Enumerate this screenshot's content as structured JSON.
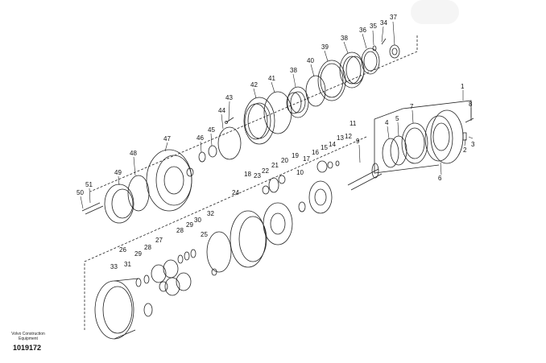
{
  "footer": {
    "brand_line1": "Volvo Construction",
    "brand_line2": "Equipment",
    "drawing_number": "1019172"
  },
  "callouts": {
    "c1": "1",
    "c2": "2",
    "c3": "3",
    "c4": "4",
    "c5": "5",
    "c6": "6",
    "c7": "7",
    "c8": "8",
    "c9": "9",
    "c10": "10",
    "c11": "11",
    "c12": "12",
    "c13": "13",
    "c14": "14",
    "c15": "15",
    "c16": "16",
    "c17": "17",
    "c18": "18",
    "c19": "19",
    "c20": "20",
    "c21": "21",
    "c22": "22",
    "c23": "23",
    "c24": "24",
    "c25": "25",
    "c26": "26",
    "c27": "27",
    "c28": "28",
    "c28b": "28",
    "c29": "29",
    "c29b": "29",
    "c30": "30",
    "c31": "31",
    "c32": "32",
    "c33": "33",
    "c34": "34",
    "c35": "35",
    "c36": "36",
    "c37": "37",
    "c38": "38",
    "c39": "39",
    "c40": "40",
    "c41": "41",
    "c42": "42",
    "c43": "43",
    "c44": "44",
    "c45": "45",
    "c46": "46",
    "c47": "47",
    "c48": "48",
    "c49": "49",
    "c50": "50",
    "c51": "51"
  }
}
